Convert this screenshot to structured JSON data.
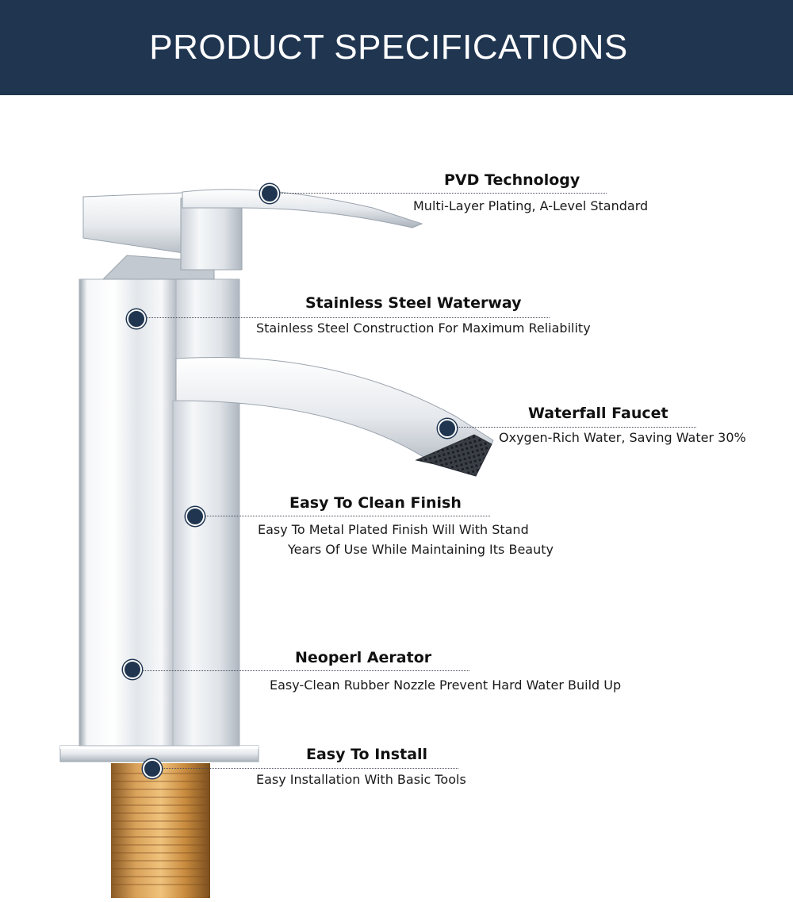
{
  "header": {
    "title": "PRODUCT SPECIFICATIONS"
  },
  "colors": {
    "header_bg": "#1f3550",
    "marker": "#1f3550",
    "text": "#111111"
  },
  "callouts": [
    {
      "title": "PVD Technology",
      "desc": [
        "Multi-Layer Plating, A-Level Standard"
      ]
    },
    {
      "title": "Stainless Steel Waterway",
      "desc": [
        "Stainless Steel Construction For Maximum Reliability"
      ]
    },
    {
      "title": "Waterfall Faucet",
      "desc": [
        "Oxygen-Rich Water, Saving Water 30%"
      ]
    },
    {
      "title": "Easy To Clean Finish",
      "desc": [
        "Easy To Metal Plated Finish Will With Stand",
        "Years Of Use While Maintaining Its Beauty"
      ]
    },
    {
      "title": "Neoperl Aerator",
      "desc": [
        "Easy-Clean Rubber Nozzle Prevent Hard Water Build Up"
      ]
    },
    {
      "title": "Easy To Install",
      "desc": [
        "Easy Installation With Basic Tools"
      ]
    }
  ]
}
